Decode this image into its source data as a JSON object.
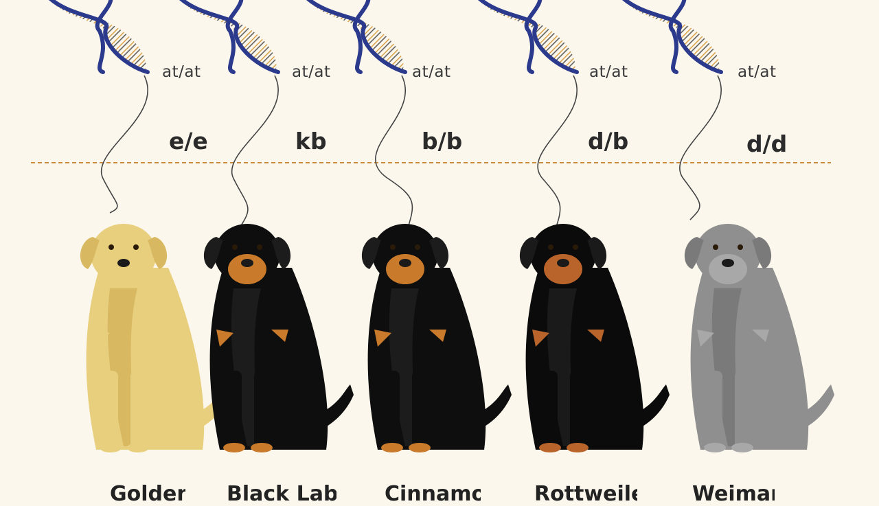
{
  "columns": [
    {
      "allele": "at/at",
      "genotype": "e/e",
      "name": "Golden Retriever",
      "coat": "#e8cf7e",
      "shade": "#d8b962",
      "tan": "#e8cf7e"
    },
    {
      "allele": "at/at",
      "genotype": "kb",
      "name": "Black Lab",
      "coat": "#0e0e0e",
      "shade": "#1c1c1c",
      "tan": "#c97a2a"
    },
    {
      "allele": "at/at",
      "genotype": "b/b",
      "name": "Cinnamon Lab",
      "coat": "#0e0e0e",
      "shade": "#1c1c1c",
      "tan": "#c97a2a"
    },
    {
      "allele": "at/at",
      "genotype": "d/b",
      "name": "Rottweiler",
      "coat": "#0b0b0b",
      "shade": "#1a1a1a",
      "tan": "#b8642a"
    },
    {
      "allele": "at/at",
      "genotype": "d/d",
      "name": "Weimaraner",
      "coat": "#8f8f8f",
      "shade": "#7a7a7a",
      "tan": "#a8a8a8"
    }
  ],
  "colors": {
    "background": "#fbf7ec",
    "helix": "#2b3a8c",
    "divider": "#c98a3a",
    "string": "#444444"
  }
}
